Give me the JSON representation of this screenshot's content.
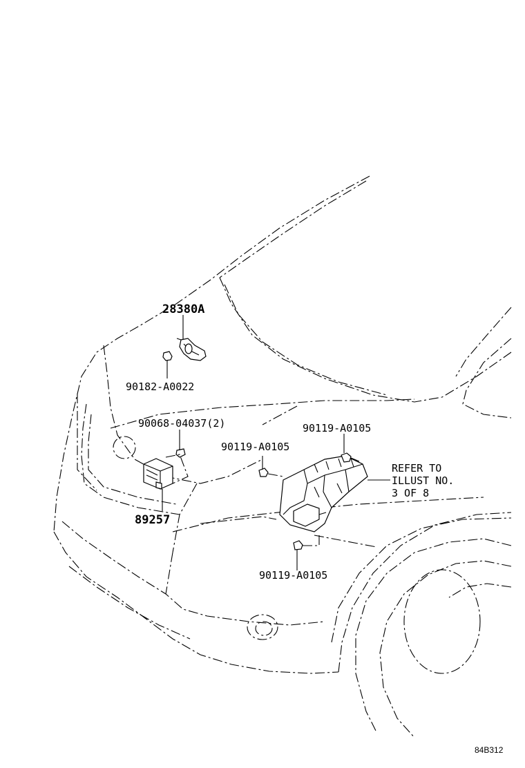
{
  "labels": {
    "horn_left": "28380A",
    "horn_bolt": "90182-A0022",
    "relay_bolt": "90068-04037(2)",
    "relay": "89257",
    "bolt_a": "90119-A0105",
    "bolt_b": "90119-A0105",
    "bolt_c": "90119-A0105",
    "refer_line1": "REFER TO",
    "refer_line2": "ILLUST NO.",
    "refer_line3": "3 OF 8"
  },
  "figure_code": "84B312"
}
